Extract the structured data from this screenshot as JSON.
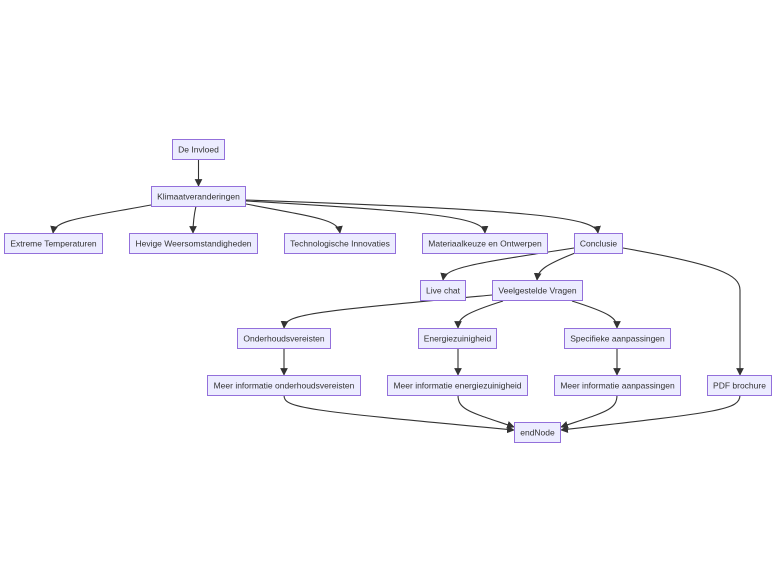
{
  "diagram": {
    "type": "flowchart",
    "nodes": {
      "de_invloed": "De Invloed",
      "klimaat": "Klimaatveranderingen",
      "extreme": "Extreme Temperaturen",
      "hevige": "Hevige Weersomstandigheden",
      "techno": "Technologische Innovaties",
      "materiaal": "Materiaalkeuze en Ontwerpen",
      "conclusie": "Conclusie",
      "livechat": "Live chat",
      "faq": "Veelgestelde Vragen",
      "onderhoud": "Onderhoudsvereisten",
      "energie": "Energiezuinigheid",
      "specifiek": "Specifieke aanpassingen",
      "info_onderhoud": "Meer informatie onderhoudsvereisten",
      "info_energie": "Meer informatie energiezuinigheid",
      "info_aanpassingen": "Meer informatie aanpassingen",
      "pdf": "PDF brochure",
      "end": "endNode"
    },
    "edges": [
      [
        "de_invloed",
        "klimaat"
      ],
      [
        "klimaat",
        "extreme"
      ],
      [
        "klimaat",
        "hevige"
      ],
      [
        "klimaat",
        "techno"
      ],
      [
        "klimaat",
        "materiaal"
      ],
      [
        "klimaat",
        "conclusie"
      ],
      [
        "conclusie",
        "livechat"
      ],
      [
        "conclusie",
        "faq"
      ],
      [
        "conclusie",
        "pdf"
      ],
      [
        "faq",
        "onderhoud"
      ],
      [
        "faq",
        "energie"
      ],
      [
        "faq",
        "specifiek"
      ],
      [
        "onderhoud",
        "info_onderhoud"
      ],
      [
        "energie",
        "info_energie"
      ],
      [
        "specifiek",
        "info_aanpassingen"
      ],
      [
        "info_onderhoud",
        "end"
      ],
      [
        "info_energie",
        "end"
      ],
      [
        "info_aanpassingen",
        "end"
      ],
      [
        "pdf",
        "end"
      ]
    ]
  }
}
